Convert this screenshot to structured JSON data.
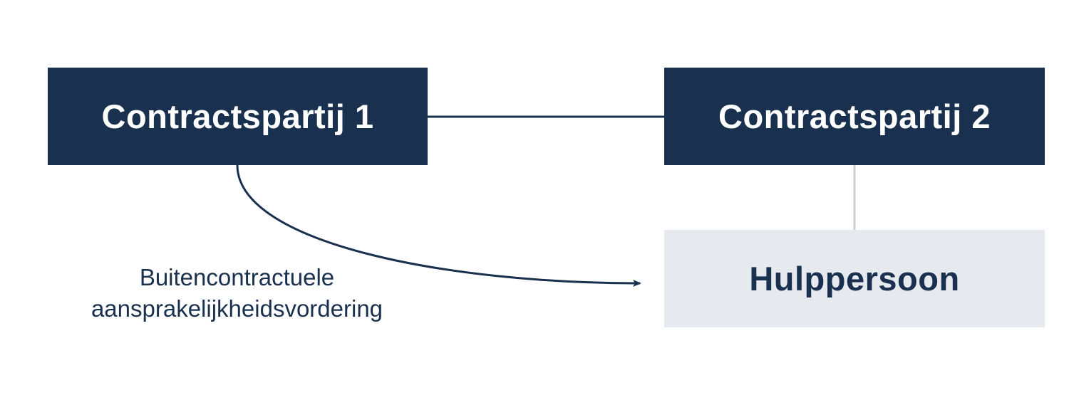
{
  "diagram": {
    "nodes": {
      "party_1": {
        "label": "Contractspartij 1"
      },
      "party_2": {
        "label": "Contractspartij 2"
      },
      "helper": {
        "label": "Hulppersoon"
      }
    },
    "edges": [
      {
        "from": "party_1",
        "to": "party_2",
        "style": "solid-line"
      },
      {
        "from": "party_2",
        "to": "helper",
        "style": "light-line"
      },
      {
        "from": "party_1",
        "to": "helper",
        "style": "curved-arrow"
      }
    ],
    "claim_label": {
      "line_1": "Buitencontractuele",
      "line_2": "aansprakelijkheidsvordering"
    },
    "colors": {
      "dark_navy": "#19304f",
      "light_gray": "#e6e9ed",
      "connector_gray": "#c9ced6"
    }
  }
}
